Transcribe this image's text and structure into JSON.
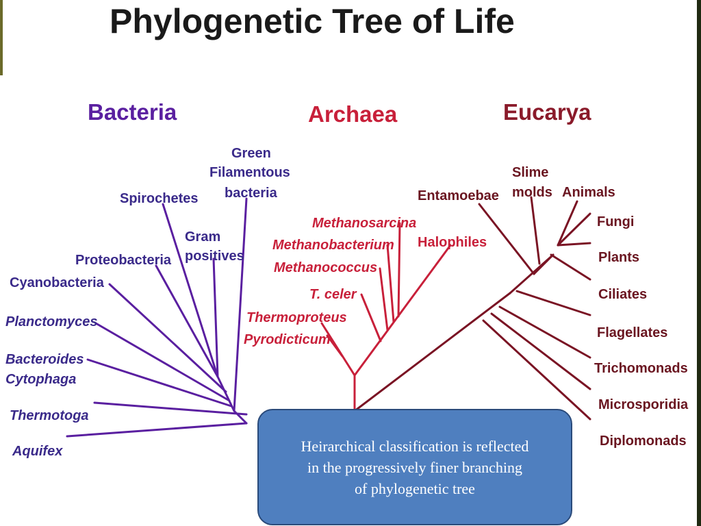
{
  "title": "Phylogenetic Tree of Life",
  "domains": {
    "bacteria": {
      "label": "Bacteria",
      "color": "#5a1fa0"
    },
    "archaea": {
      "label": "Archaea",
      "color": "#c8203a"
    },
    "eucarya": {
      "label": "Eucarya",
      "color": "#8a1a2a"
    }
  },
  "bacteria_labels": {
    "green_filamentous": [
      "Green",
      "Filamentous",
      "bacteria"
    ],
    "spirochetes": "Spirochetes",
    "gram_positives": [
      "Gram",
      "positives"
    ],
    "proteobacteria": "Proteobacteria",
    "cyanobacteria": "Cyanobacteria",
    "planctomyces": "Planctomyces",
    "bacteroides": "Bacteroides",
    "cytophaga": "Cytophaga",
    "thermotoga": "Thermotoga",
    "aquifex": "Aquifex"
  },
  "archaea_labels": {
    "methanosarcina": "Methanosarcina",
    "methanobacterium": "Methanobacterium",
    "halophiles": "Halophiles",
    "methanococcus": "Methanococcus",
    "t_celer": "T. celer",
    "thermoproteus": "Thermoproteus",
    "pyrodicticum": "Pyrodicticum"
  },
  "eucarya_labels": {
    "entamoebae": "Entamoebae",
    "slime_molds": [
      "Slime",
      "molds"
    ],
    "animals": "Animals",
    "fungi": "Fungi",
    "plants": "Plants",
    "ciliates": "Ciliates",
    "flagellates": "Flagellates",
    "trichomonads": "Trichomonads",
    "microsporidia": "Microsporidia",
    "diplomonads": "Diplomonads"
  },
  "label_colors": {
    "bacteria": "#3a2a8a",
    "archaea": "#c8203a",
    "eucarya": "#6a1520"
  },
  "callout": {
    "text": "Heirarchical classification is reflected\nin  the progressively  finer  branching\nof phylogenetic tree"
  }
}
